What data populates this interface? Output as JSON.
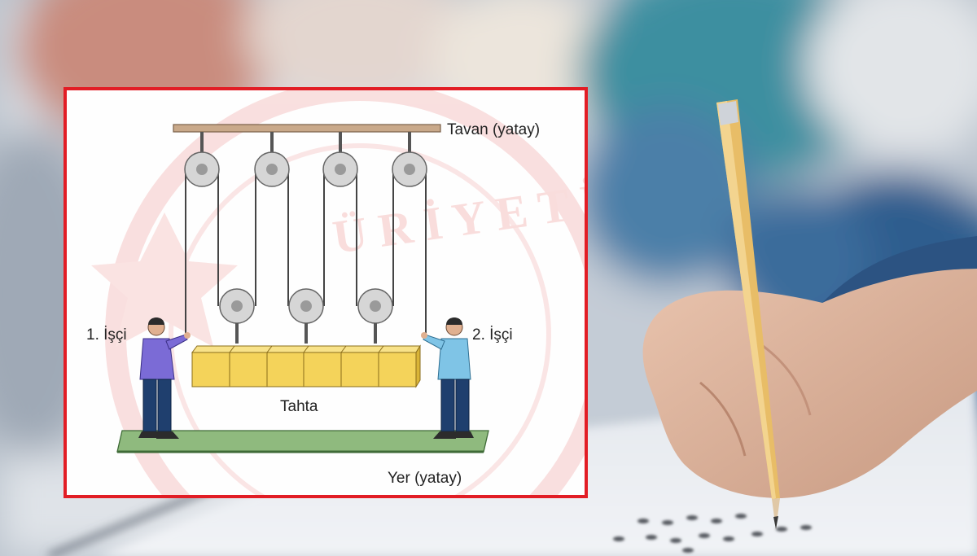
{
  "diagram": {
    "labels": {
      "ceiling": "Tavan (yatay)",
      "worker1": "1. İşçi",
      "worker2": "2. İşçi",
      "board": "Tahta",
      "ground": "Yer (yatay)"
    },
    "watermark_text": "TÜRKİYE CUMHURİYETİ"
  },
  "colors": {
    "frame": "#e21d25",
    "ceiling_bar": "#c9a98a",
    "board": "#f4d35a",
    "ground": "#8fba7e",
    "worker1_shirt": "#7b6bd6",
    "worker2_shirt": "#7fc4e6",
    "trousers": "#1f3f6e"
  },
  "photo": {
    "icons": [
      "pencil-icon",
      "hand-icon",
      "answer-sheet-icon"
    ]
  }
}
